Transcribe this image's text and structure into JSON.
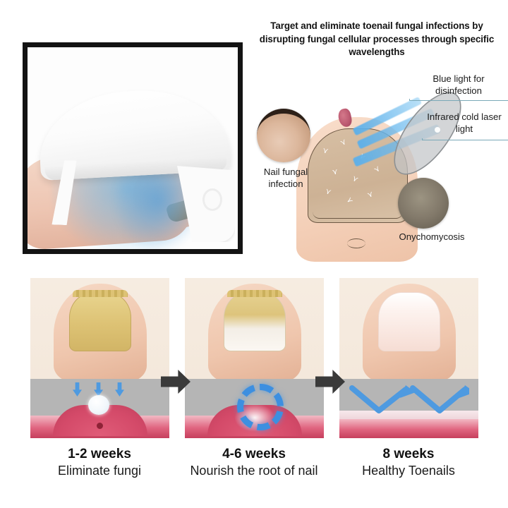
{
  "headline": "Target and eliminate toenail fungal infections by disrupting fungal cellular processes through specific wavelengths",
  "product_photo": {
    "name": "uv-led-nail-lamp-on-foot",
    "device_color": "#ffffff",
    "light_color": "#56b0e9",
    "frame_color": "#131313"
  },
  "diagram": {
    "name": "treatment-mechanism-diagram",
    "labels": {
      "blue_light": "Blue light for disinfection",
      "infrared": "Infrared cold laser light",
      "nail_fungal": "Nail fungal infection",
      "onychomycosis": "Onychomycosis"
    },
    "beam_color": "#5aafeb",
    "lens_color": "#b9bcbe",
    "leader_color": "#7aa9b8"
  },
  "timeline": {
    "steps": [
      {
        "week": "1-2 weeks",
        "desc": "Eliminate fungi",
        "nail_state": "infected-yellow",
        "effect_icon": "down-arrows-icon"
      },
      {
        "week": "4-6 weeks",
        "desc": "Nourish the root of nail",
        "nail_state": "partially-healed",
        "effect_icon": "circular-arrows-icon"
      },
      {
        "week": "8 weeks",
        "desc": "Healthy Toenails",
        "nail_state": "healthy-clear",
        "effect_icon": "zigzag-arrows-icon"
      }
    ],
    "arrow_color": "#3a3a3a",
    "accent_blue": "#4e9ae0"
  }
}
